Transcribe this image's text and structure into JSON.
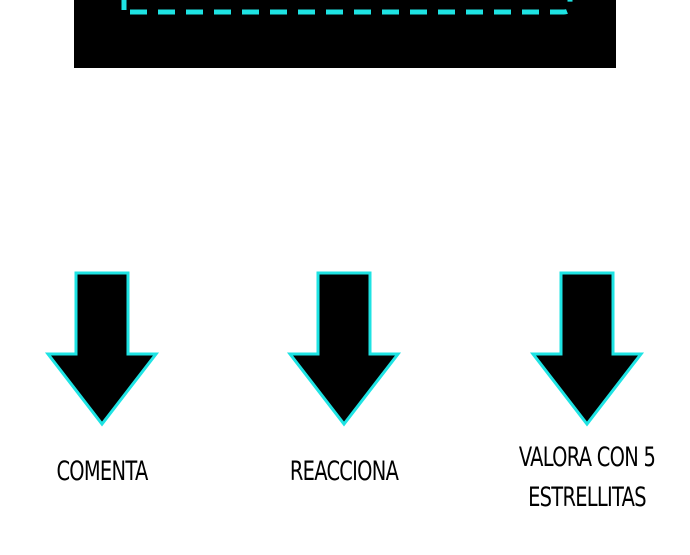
{
  "colors": {
    "accent": "#1ee3e3",
    "panel": "#000000",
    "background": "#ffffff",
    "arrow_fill": "#000000"
  },
  "actions": [
    {
      "icon": "arrow-down-icon",
      "label": "COMENTA"
    },
    {
      "icon": "arrow-down-icon",
      "label": "REACCIONA"
    },
    {
      "icon": "arrow-down-icon",
      "label_line1": "VALORA CON 5",
      "label_line2": "ESTRELLITAS"
    }
  ]
}
